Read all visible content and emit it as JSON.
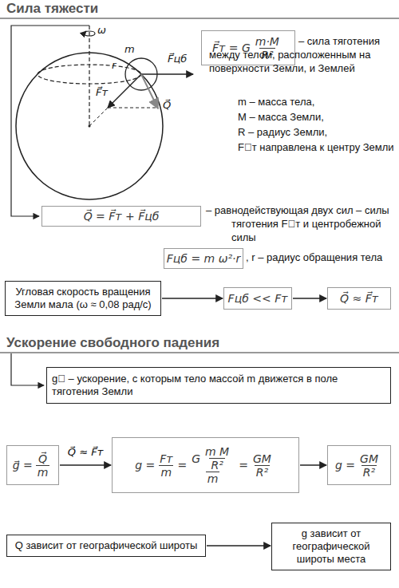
{
  "diagram": {
    "title": "Сила тяжести",
    "nodes": [
      {
        "text": [
          "F⃗т = G",
          "m·M",
          "R²"
        ]
      },
      {
        "text": [
          "Q⃗ = F⃗т + F⃗цб"
        ]
      },
      {
        "text": [
          "Fцб = m ω²·r"
        ]
      },
      {
        "text": [
          "Угловая скорость вращения Земли мала (ω ≈ 0,08 рад/с)"
        ]
      },
      {
        "text": [
          "Fцб << Fт"
        ]
      },
      {
        "text": [
          "Q⃗ ≈ F⃗т"
        ]
      },
      {
        "text": [
          "g⃗ – ускорение, с которым тело массой m движется в поле тяготения Земли"
        ]
      },
      {
        "text": [
          "g⃗ =",
          "Q⃗",
          "m"
        ]
      },
      {
        "text": [
          "g =",
          "Fт",
          "m",
          "=",
          "G",
          "m M",
          "R²",
          "m",
          "=",
          "GM",
          "R²"
        ]
      },
      {
        "text": [
          "g =",
          "GM",
          "R²"
        ]
      },
      {
        "text": [
          "Q зависит от географической широты"
        ]
      },
      {
        "text": [
          "g зависит от географической широты места"
        ]
      }
    ],
    "edges": [
      {
        "from": 3,
        "to": 4,
        "arrow": "to"
      },
      {
        "from": 4,
        "to": 5,
        "arrow": "to"
      },
      {
        "from": 7,
        "to": 8,
        "label": "Q⃗ ≈ F⃗т",
        "arrow": "to"
      },
      {
        "from": 8,
        "to": 9,
        "arrow": "to"
      },
      {
        "from": 10,
        "to": 11,
        "arrow": "to"
      }
    ],
    "labels": [
      "ω",
      "m",
      "F⃗цб",
      "F⃗т",
      "r",
      "Q⃗",
      "– сила тяготения между телом, расположенным на поверхности Земли, и Землей",
      "m – масса тела,",
      "M – масса Земли,",
      "R – радиус Земли,",
      "F⃗т направлена к центру Земли",
      "– равнодействующая двух сил – силы тяготения F⃗т и центробежной силы",
      ", r – радиус обращения тела",
      "Ускорение свободного падения"
    ]
  }
}
